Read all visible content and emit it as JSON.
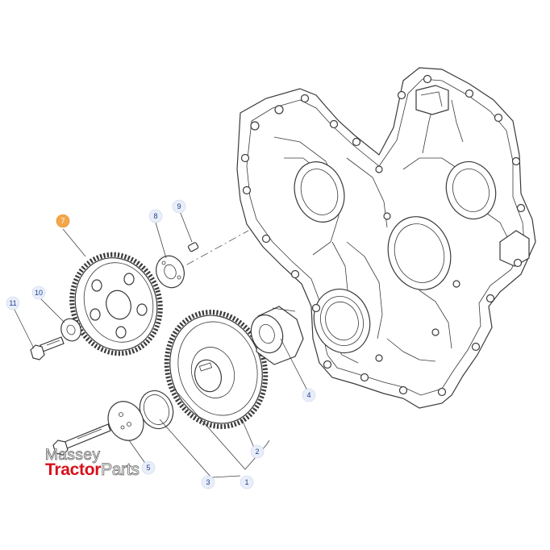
{
  "diagram": {
    "callouts": [
      {
        "id": "1",
        "label": "1"
      },
      {
        "id": "2",
        "label": "2"
      },
      {
        "id": "3",
        "label": "3"
      },
      {
        "id": "4",
        "label": "4"
      },
      {
        "id": "5",
        "label": "5"
      },
      {
        "id": "7",
        "label": "7",
        "highlighted": true
      },
      {
        "id": "8",
        "label": "8"
      },
      {
        "id": "9",
        "label": "9"
      },
      {
        "id": "10",
        "label": "10"
      },
      {
        "id": "11",
        "label": "11"
      }
    ],
    "highlight_color": "#f3a64a",
    "callout_text_color": "#1d3f8f"
  },
  "watermark": {
    "line1": "Massey",
    "line2_a": "Tractor",
    "line2_b": "Parts",
    "brand_red": "#d7101a"
  }
}
